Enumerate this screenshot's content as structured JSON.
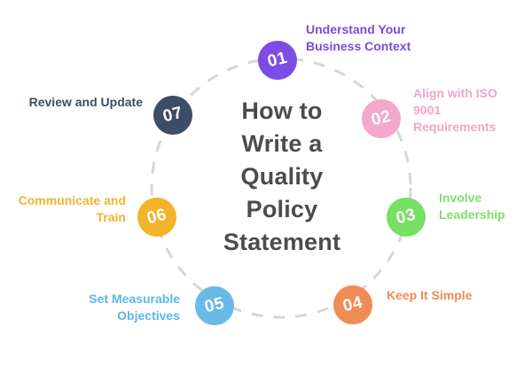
{
  "title": {
    "text": "How to\nWrite a\nQuality\nPolicy\nStatement",
    "color": "#4c4c4c"
  },
  "ring": {
    "color": "#d6d6d6"
  },
  "steps": [
    {
      "number": "01",
      "label": "Understand Your\nBusiness Context",
      "circle_color": "#7c4de6",
      "label_color": "#7a4bd8"
    },
    {
      "number": "02",
      "label": "Align with ISO\n9001\nRequirements",
      "circle_color": "#f2a9cb",
      "label_color": "#f2a4c9"
    },
    {
      "number": "03",
      "label": "Involve\nLeadership",
      "circle_color": "#77e065",
      "label_color": "#7de16b"
    },
    {
      "number": "04",
      "label": "Keep It Simple",
      "circle_color": "#f08c55",
      "label_color": "#f08c55"
    },
    {
      "number": "05",
      "label": "Set Measurable\nObjectives",
      "circle_color": "#68bae8",
      "label_color": "#5cb6e8"
    },
    {
      "number": "06",
      "label": "Communicate and\nTrain",
      "circle_color": "#f3b32b",
      "label_color": "#f0b42c"
    },
    {
      "number": "07",
      "label": "Review and Update",
      "circle_color": "#3c4d66",
      "label_color": "#3c4d66"
    }
  ]
}
